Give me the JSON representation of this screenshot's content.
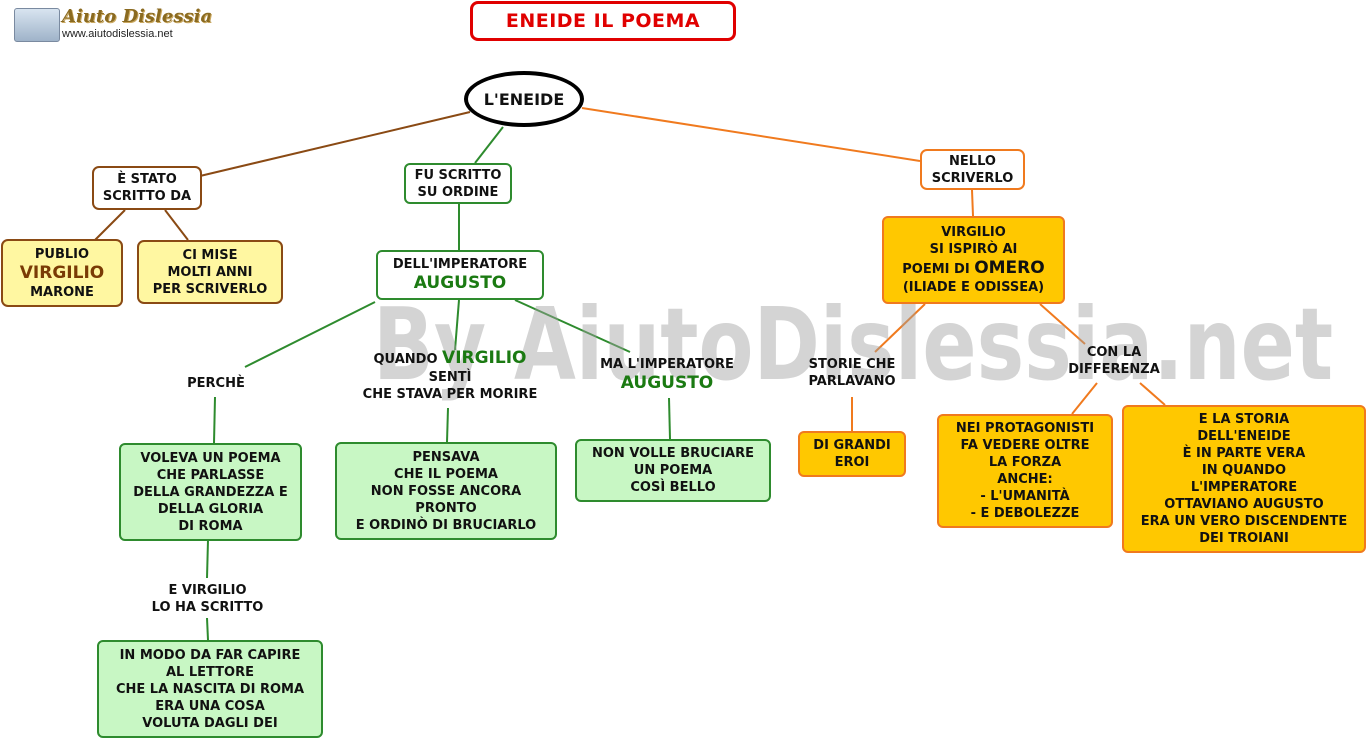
{
  "header": {
    "logo_name": "Aiuto Dislessia",
    "logo_url": "www.aiutodislessia.net",
    "title": "ENEIDE IL POEMA"
  },
  "watermark": "By AiutoDislessia.net",
  "colors": {
    "brown": "#8a4a14",
    "green": "#2e8b2e",
    "orange": "#f07a1e",
    "title_red": "#e00000",
    "yellow_fill": "#fff7a1",
    "green_fill": "#c8f7c4",
    "orange_fill": "#ffc800"
  },
  "root": "L'ENEIDE",
  "left": {
    "branch": [
      "È STATO",
      "SCRITTO DA"
    ],
    "publio": {
      "pre": "PUBLIO",
      "name": "VIRGILIO",
      "post": "MARONE"
    },
    "cimise": [
      "CI MISE",
      "MOLTI ANNI",
      "PER SCRIVERLO"
    ]
  },
  "middle": {
    "branch": [
      "FU SCRITTO",
      "SU ORDINE"
    ],
    "imperatore": {
      "pre": "DELL'IMPERATORE",
      "name": "AUGUSTO"
    },
    "perche": "PERCHÈ",
    "voleva": [
      "VOLEVA UN POEMA",
      "CHE PARLASSE",
      "DELLA GRANDEZZA E",
      "DELLA GLORIA",
      "DI ROMA"
    ],
    "evirgilio": [
      "E VIRGILIO",
      "LO HA SCRITTO"
    ],
    "inmodo": [
      "IN MODO DA FAR CAPIRE",
      "AL LETTORE",
      "CHE LA NASCITA DI ROMA",
      "ERA UNA COSA",
      "VOLUTA DAGLI DEI"
    ],
    "quando": {
      "pre": "QUANDO",
      "name": "VIRGILIO",
      "l2": "SENTÌ",
      "l3": "CHE STAVA PER MORIRE"
    },
    "pensava": [
      "PENSAVA",
      "CHE IL POEMA",
      "NON FOSSE ANCORA",
      "PRONTO",
      "E ORDINÒ DI BRUCIARLO"
    ],
    "ma": {
      "pre": "MA L'IMPERATORE",
      "name": "AUGUSTO"
    },
    "nonvolle": [
      "NON VOLLE BRUCIARE",
      "UN POEMA",
      "COSÌ BELLO"
    ]
  },
  "right": {
    "branch": [
      "NELLO",
      "SCRIVERLO"
    ],
    "ispiro": {
      "l1": "VIRGILIO",
      "l2": "SI ISPIRÒ AI",
      "pre": "POEMI DI",
      "name": "OMERO",
      "l4": "(ILIADE E ODISSEA)"
    },
    "storie": [
      "STORIE CHE",
      "PARLAVANO"
    ],
    "eroi": [
      "DI GRANDI",
      "EROI"
    ],
    "differenza": [
      "CON LA",
      "DIFFERENZA"
    ],
    "protagonisti": [
      "NEI PROTAGONISTI",
      "FA VEDERE OLTRE",
      "LA FORZA",
      "ANCHE:",
      "- L'UMANITÀ",
      "- E DEBOLEZZE"
    ],
    "storia": [
      "E LA STORIA",
      "DELL'ENEIDE",
      "È IN PARTE VERA",
      "IN QUANDO",
      "L'IMPERATORE",
      "OTTAVIANO AUGUSTO",
      "ERA UN VERO DISCENDENTE",
      "DEI TROIANI"
    ]
  }
}
